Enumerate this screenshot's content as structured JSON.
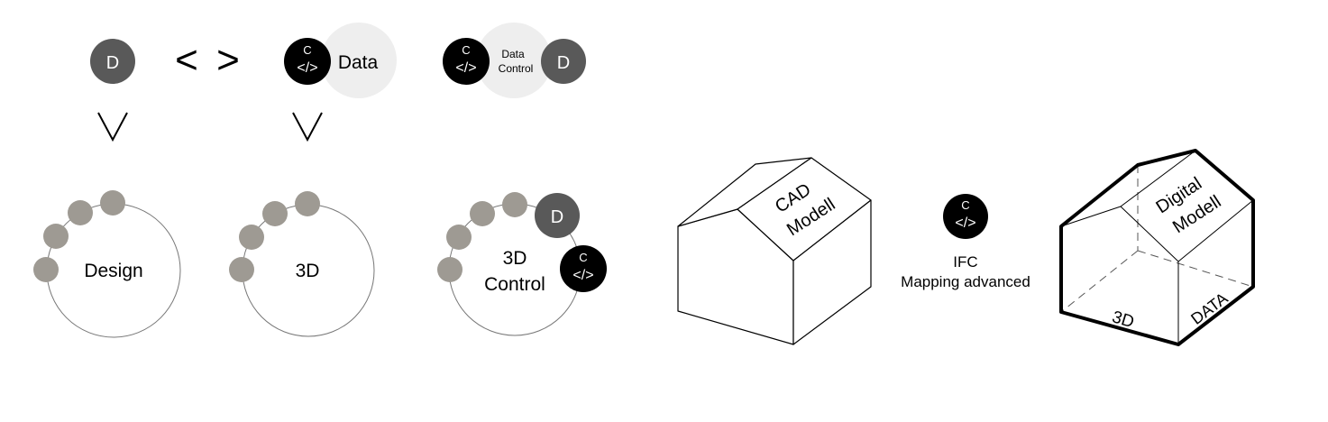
{
  "badges": {
    "d_letter": "D",
    "c_letter": "C",
    "code_glyph": "</>"
  },
  "top_row": {
    "less_than": "<",
    "greater_than": ">",
    "data_label": "Data",
    "data_control_line1": "Data",
    "data_control_line2": "Control",
    "arrow_down": "V"
  },
  "circles": {
    "design_label": "Design",
    "three_d_label": "3D",
    "three_d_control_line1": "3D",
    "three_d_control_line2": "Control"
  },
  "cad_house": {
    "line1": "CAD",
    "line2": "Modell"
  },
  "ifc": {
    "line1": "IFC",
    "line2": "Mapping advanced"
  },
  "digital_house": {
    "line1": "Digital",
    "line2": "Modell",
    "label_3d": "3D",
    "label_data": "DATA"
  },
  "colors": {
    "d_badge": "#595959",
    "code_badge": "#000000",
    "grey_dot": "#9e9a93",
    "light_disc": "#eeeeee",
    "circle_stroke": "#777777"
  },
  "icons": [
    "d-badge-icon",
    "code-badge-icon",
    "grey-dot-icon",
    "house-icon"
  ]
}
